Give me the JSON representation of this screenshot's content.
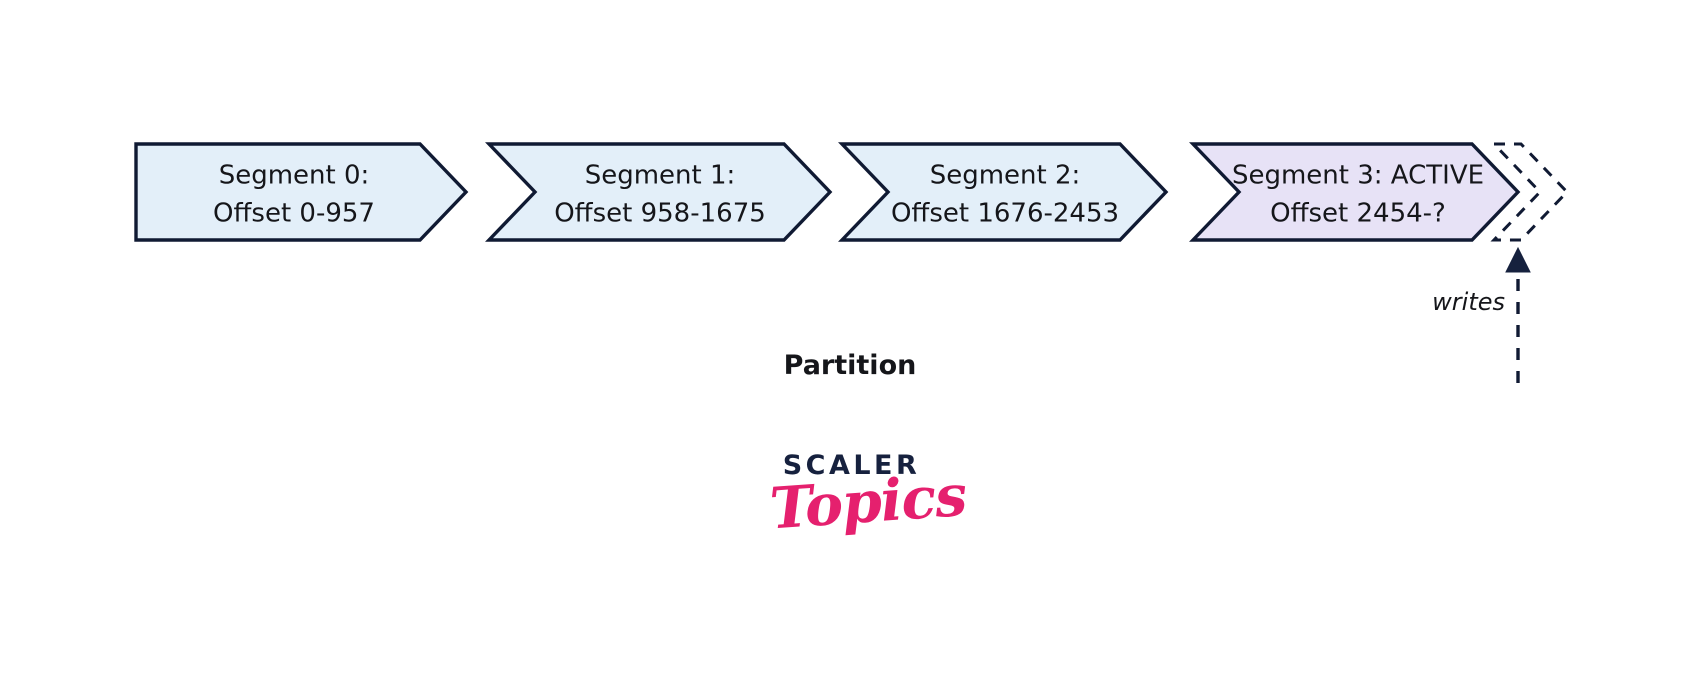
{
  "diagram": {
    "title_label": "Partition",
    "annotation_label": "writes",
    "colors": {
      "segment_fill": "#e3eff9",
      "active_segment_fill": "#e7e2f6",
      "stroke": "#101a33",
      "text": "#15161a",
      "background": "#ffffff"
    },
    "segments": [
      {
        "name": "segment-0",
        "line1": "Segment 0:",
        "line2": "Offset 0-957",
        "state": "closed",
        "fill": "#e3eff9",
        "dashed": false
      },
      {
        "name": "segment-1",
        "line1": "Segment 1:",
        "line2": "Offset 958-1675",
        "state": "closed",
        "fill": "#e3eff9",
        "dashed": false
      },
      {
        "name": "segment-2",
        "line1": "Segment 2:",
        "line2": "Offset 1676-2453",
        "state": "closed",
        "fill": "#e3eff9",
        "dashed": false
      },
      {
        "name": "segment-3",
        "line1": "Segment 3: ACTIVE",
        "line2": "Offset 2454-?",
        "state": "active",
        "fill": "#e7e2f6",
        "dashed": false
      },
      {
        "name": "segment-next",
        "line1": "",
        "line2": "",
        "state": "future",
        "fill": "#ffffff",
        "dashed": true
      }
    ]
  },
  "logo": {
    "primary_word": "SCALER",
    "secondary_word": "Topics",
    "primary_color": "#16213e",
    "secondary_color": "#e5206e"
  }
}
